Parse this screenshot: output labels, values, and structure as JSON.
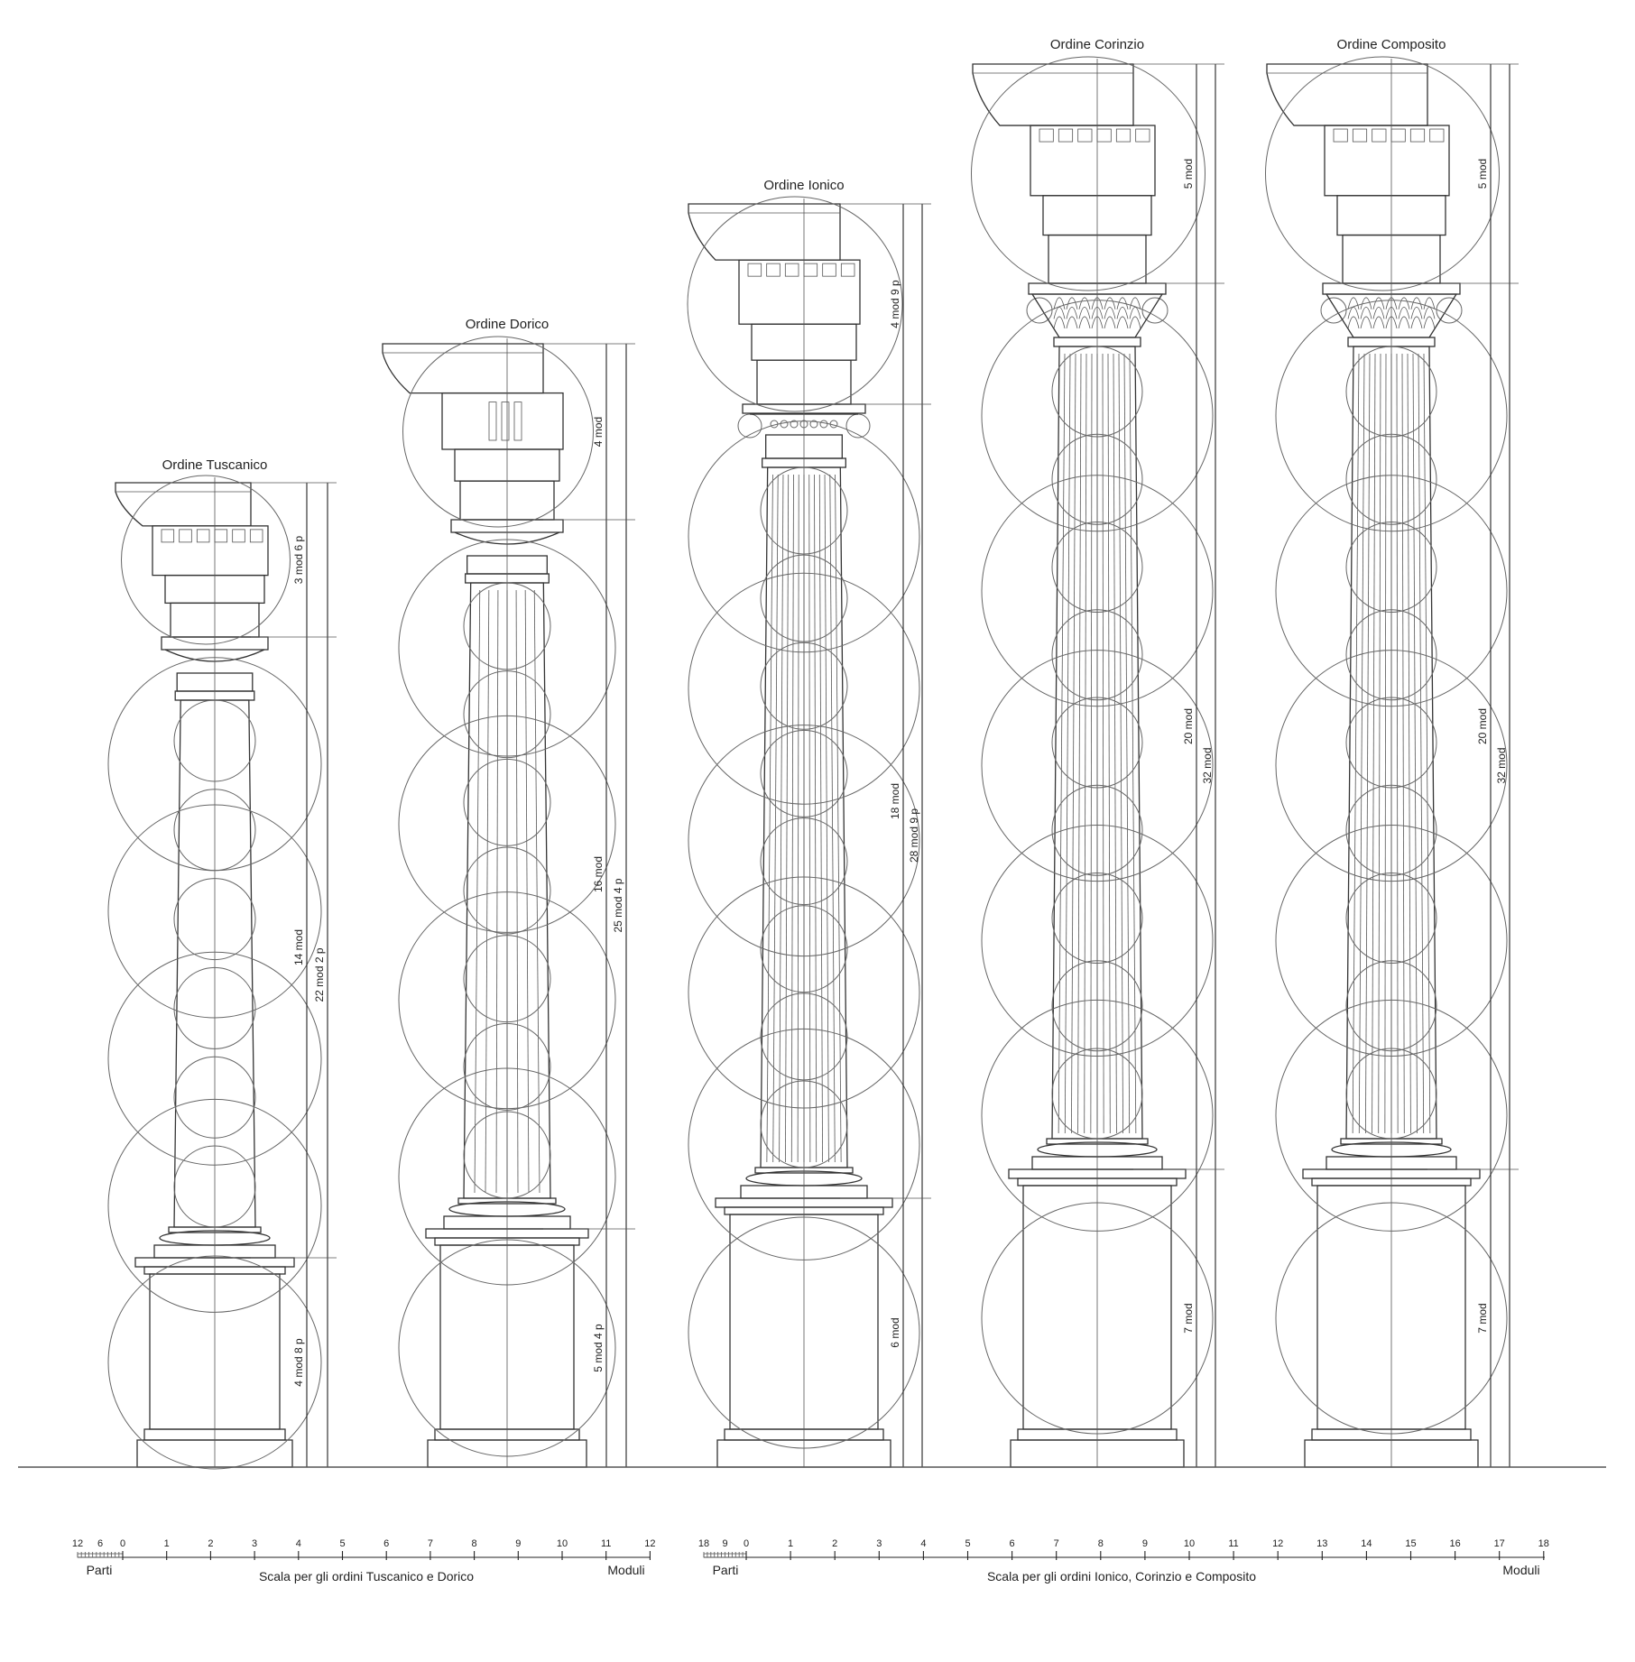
{
  "orders": [
    {
      "title": "Ordine Tuscanico",
      "dims": [
        "3 mod 6 p",
        "14 mod",
        "4 mod 8 p"
      ],
      "total": "22 mod 2 p",
      "flutes": 0,
      "capital": "tuscan"
    },
    {
      "title": "Ordine Dorico",
      "dims": [
        "4 mod",
        "16 mod",
        "5 mod 4 p"
      ],
      "total": "25 mod 4 p",
      "flutes": 8,
      "capital": "doric"
    },
    {
      "title": "Ordine Ionico",
      "dims": [
        "4 mod 9 p",
        "18 mod",
        "6 mod"
      ],
      "total": "28 mod 9 p",
      "flutes": 14,
      "capital": "ionic"
    },
    {
      "title": "Ordine Corinzio",
      "dims": [
        "5 mod",
        "20 mod",
        "7 mod"
      ],
      "total": "32 mod",
      "flutes": 14,
      "capital": "corinthian"
    },
    {
      "title": "Ordine Composito",
      "dims": [
        "5 mod",
        "20 mod",
        "7 mod"
      ],
      "total": "32 mod",
      "flutes": 14,
      "capital": "composite"
    }
  ],
  "scales": [
    {
      "caption": "Scala per gli ordini Tuscanico e Dorico",
      "left_label": "Parti",
      "right_label": "Moduli",
      "parts_ticks": [
        "12",
        "6",
        "0"
      ],
      "module_ticks": [
        "1",
        "2",
        "3",
        "4",
        "5",
        "6",
        "7",
        "8",
        "9",
        "10",
        "11",
        "12"
      ]
    },
    {
      "caption": "Scala per gli ordini Ionico, Corinzio e Composito",
      "left_label": "Parti",
      "right_label": "Moduli",
      "parts_ticks": [
        "18",
        "9",
        "0"
      ],
      "module_ticks": [
        "1",
        "2",
        "3",
        "4",
        "5",
        "6",
        "7",
        "8",
        "9",
        "10",
        "11",
        "12",
        "13",
        "14",
        "15",
        "16",
        "17",
        "18"
      ]
    }
  ]
}
